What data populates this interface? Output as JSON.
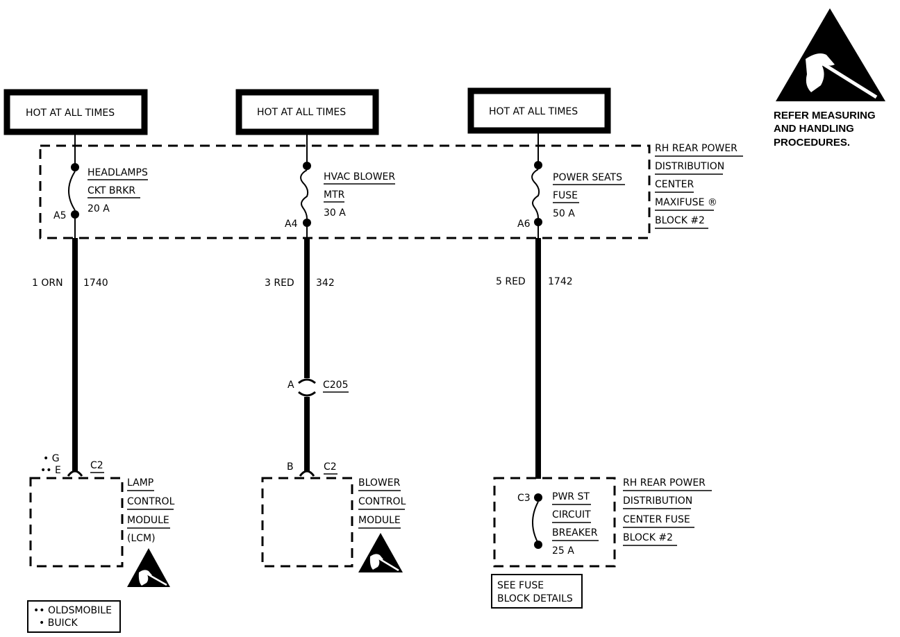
{
  "esd_notice": {
    "lines": [
      "REFER MEASURING",
      "AND HANDLING",
      "PROCEDURES."
    ]
  },
  "hot_labels": [
    "HOT AT ALL TIMES",
    "HOT AT ALL TIMES",
    "HOT AT ALL TIMES"
  ],
  "power_center": {
    "lines": [
      "RH REAR POWER",
      "DISTRIBUTION",
      "CENTER",
      "MAXIFUSE ®",
      "BLOCK #2"
    ]
  },
  "circuits": [
    {
      "device_lines": [
        "HEADLAMPS",
        "CKT BRKR"
      ],
      "rating": "20 A",
      "terminal": "A5",
      "wire_color": "1 ORN",
      "circuit_no": "1740"
    },
    {
      "device_lines": [
        "HVAC BLOWER",
        "MTR"
      ],
      "rating": "30 A",
      "terminal": "A4",
      "wire_color": "3 RED",
      "circuit_no": "342"
    },
    {
      "device_lines": [
        "POWER SEATS",
        "FUSE"
      ],
      "rating": "50 A",
      "terminal": "A6",
      "wire_color": "5 RED",
      "circuit_no": "1742"
    }
  ],
  "connector_c205": {
    "pin": "A",
    "name": "C205"
  },
  "lcm": {
    "pin_g": "• G",
    "pin_e": "•• E",
    "connector": "C2",
    "lines": [
      "LAMP",
      "CONTROL",
      "MODULE",
      "(LCM)"
    ]
  },
  "bcm": {
    "pin": "B",
    "connector": "C2",
    "lines": [
      "BLOWER",
      "CONTROL",
      "MODULE"
    ]
  },
  "fuse_block": {
    "connector": "C3",
    "device_lines": [
      "PWR ST",
      "CIRCUIT",
      "BREAKER"
    ],
    "rating": "25 A",
    "lines": [
      "RH REAR POWER",
      "DISTRIBUTION",
      "CENTER FUSE",
      "BLOCK #2"
    ]
  },
  "see_fuse": {
    "lines": [
      "SEE FUSE",
      "BLOCK DETAILS"
    ]
  },
  "legend": {
    "lines": [
      "•• OLDSMOBILE",
      "• BUICK"
    ]
  }
}
